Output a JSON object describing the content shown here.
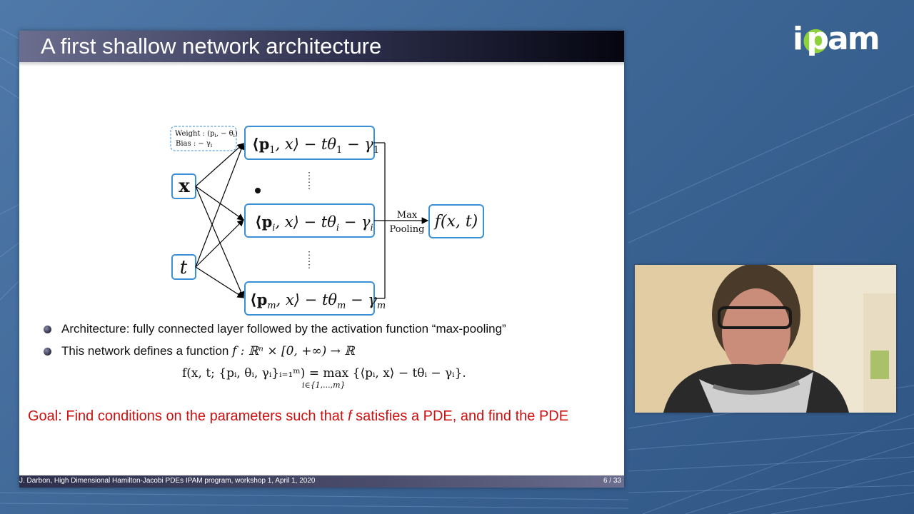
{
  "logo": {
    "text_i": "i",
    "text_rest": "pam"
  },
  "slide": {
    "title": "A first shallow network architecture",
    "diagram": {
      "weight_label": "Weight : (p",
      "weight_sub": "i",
      "weight_tail": ", − θ",
      "weight_sub2": "i",
      "weight_close": ")",
      "bias_label": "Bias : − γ",
      "bias_sub": "i",
      "input_x": "x",
      "input_t": "t",
      "node_1": {
        "pre": "⟨p",
        "sub1": "1",
        "mid": ", x⟩ − tθ",
        "sub2": "1",
        "post": " − γ",
        "sub3": "1"
      },
      "node_i": {
        "pre": "⟨p",
        "sub1": "i",
        "mid": ", x⟩ − tθ",
        "sub2": "i",
        "post": " − γ",
        "sub3": "i"
      },
      "node_m": {
        "pre": "⟨p",
        "sub1": "m",
        "mid": ", x⟩ − tθ",
        "sub2": "m",
        "post": " − γ",
        "sub3": "m"
      },
      "pool_line1": "Max",
      "pool_line2": "Pooling",
      "output": "f(x, t)"
    },
    "bullets": [
      "Architecture: fully connected layer followed by the activation function “max-pooling”",
      "This network defines a function "
    ],
    "bullet2_math": "f : ℝⁿ × [0, +∞) → ℝ",
    "formula": "f(x, t; {pᵢ, θᵢ, γᵢ}ᵢ₌₁ᵐ) =  max  {⟨pᵢ, x⟩ − tθᵢ − γᵢ}.",
    "formula_under": "i∈{1,...,m}",
    "goal_pre": "Goal: Find conditions on the parameters such that ",
    "goal_f": "f",
    "goal_post": " satisfies a PDE, and find the PDE",
    "footer_left": "J. Darbon, High Dimensional Hamilton-Jacobi PDEs IPAM program, workshop 1, April 1, 2020",
    "footer_right": "6 / 33"
  },
  "colors": {
    "node_border": "#3b8fd6",
    "goal_text": "#cc1111",
    "background": "#3e6796"
  }
}
